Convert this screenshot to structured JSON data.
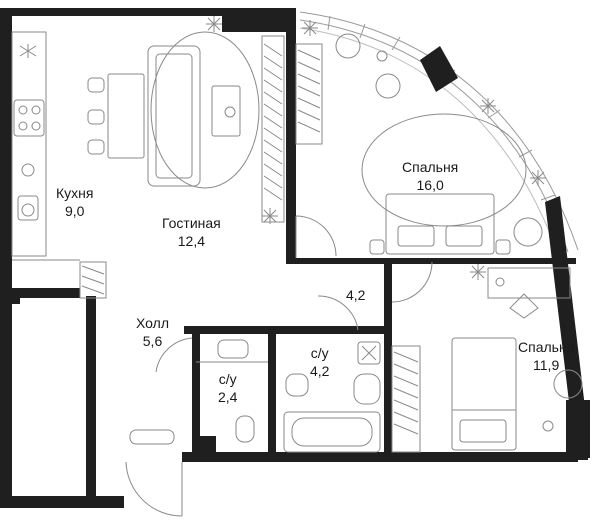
{
  "colors": {
    "wall": "#1f1f1f",
    "fixture": "#8a8a8a",
    "window": "#bdbdbd",
    "accent": "#d8d8d8"
  },
  "rooms": {
    "kitchen": {
      "name": "Кухня",
      "area": "9,0"
    },
    "living": {
      "name": "Гостиная",
      "area": "12,4"
    },
    "bedroom1": {
      "name": "Спальня",
      "area": "16,0"
    },
    "bedroom2": {
      "name": "Спальня",
      "area": "11,9"
    },
    "hall": {
      "name": "Холл",
      "area": "5,6"
    },
    "bath_small": {
      "name": "с/у",
      "area": "2,4"
    },
    "bath_big": {
      "name": "с/у",
      "area": "4,2"
    },
    "corridor": {
      "area": "4,2"
    }
  },
  "icons": [
    "plant-icon",
    "sofa-icon",
    "bed-icon",
    "wardrobe-icon",
    "stove-icon",
    "sink-icon",
    "toilet-icon",
    "bathtub-icon",
    "armchair-icon"
  ]
}
